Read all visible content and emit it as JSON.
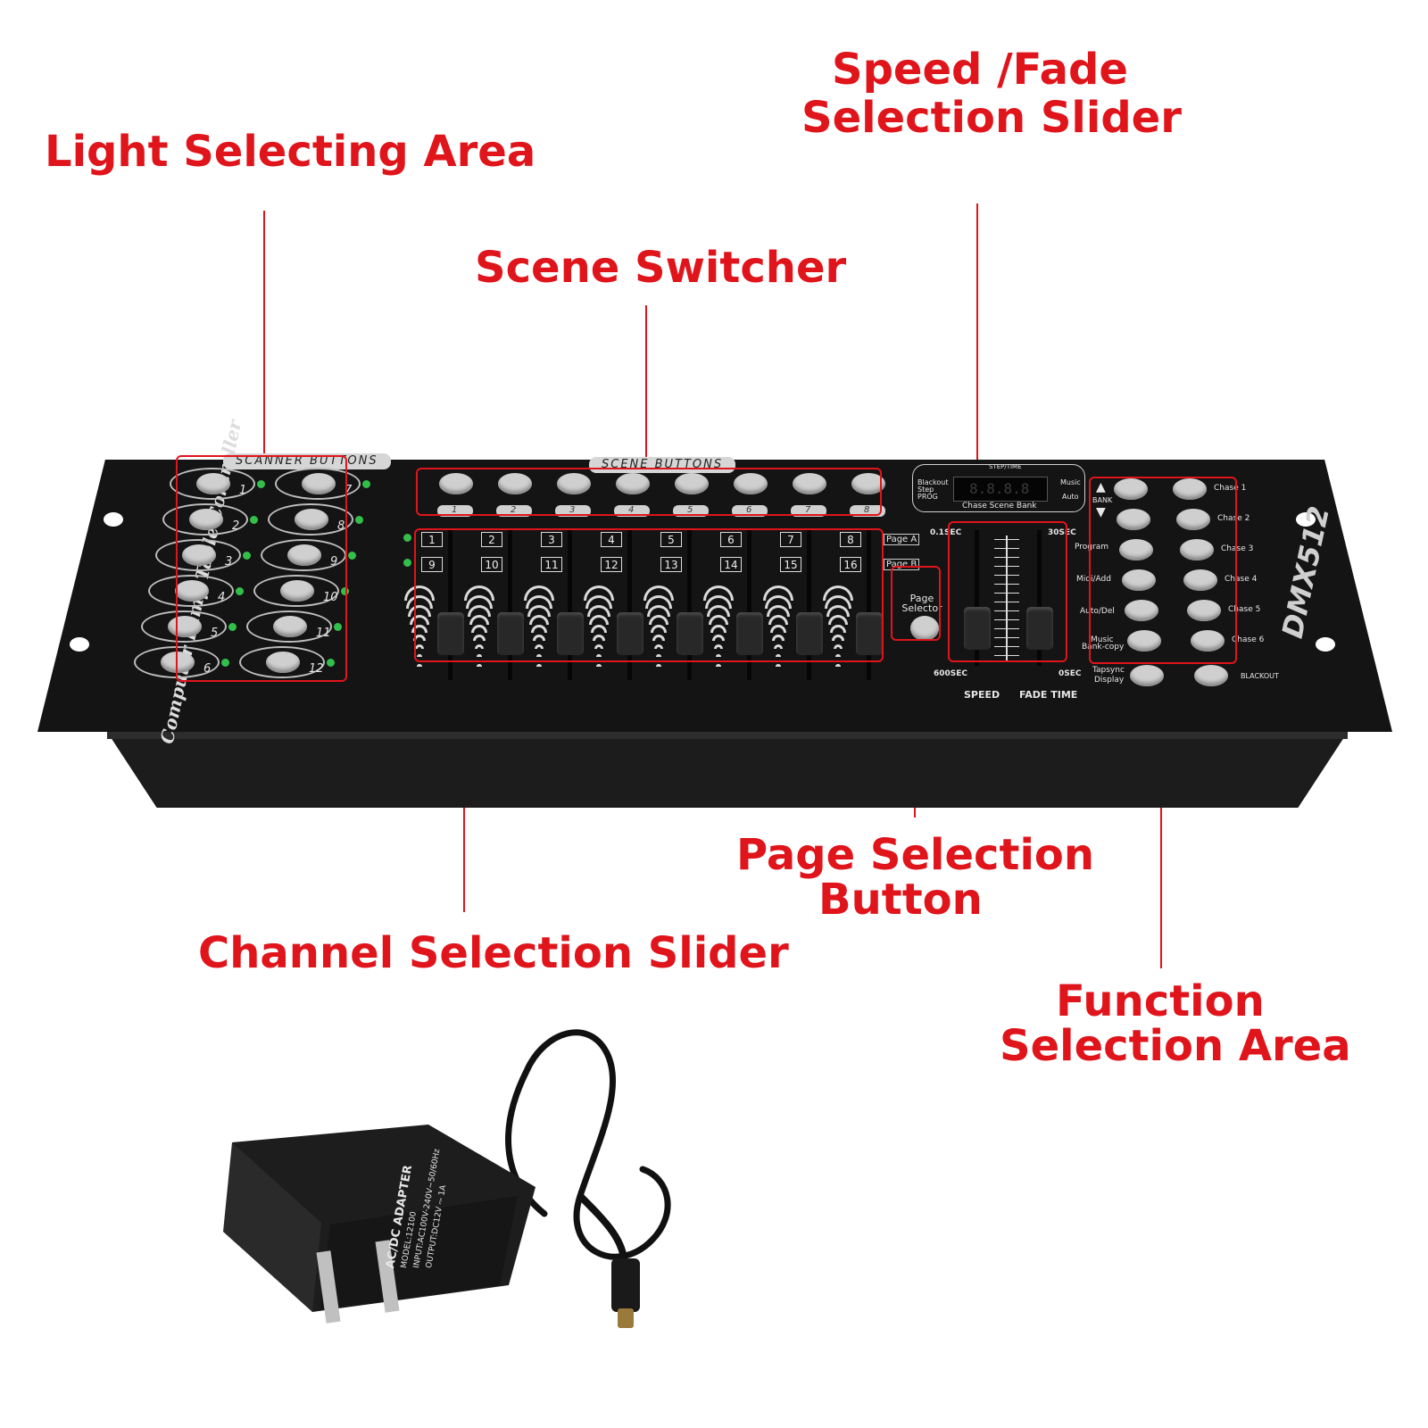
{
  "callouts": {
    "light_selecting": "Light Selecting Area",
    "scene_switcher": "Scene Switcher",
    "speed_fade_line1": "Speed /Fade",
    "speed_fade_line2": "Selection Slider",
    "page_selection_line1": "Page Selection",
    "page_selection_line2": "Button",
    "channel_selection": "Channel Selection Slider",
    "function_line1": "Function",
    "function_line2": "Selection Area"
  },
  "device": {
    "model": "DMX512",
    "side_label": "Computer Lamp Table Controller",
    "scanner_tag": "SCANNER BUTTONS",
    "scene_tag": "SCENE BUTTONS",
    "scanner_numbers": [
      "1",
      "2",
      "3",
      "4",
      "5",
      "6",
      "7",
      "8",
      "9",
      "10",
      "11",
      "12"
    ],
    "scene_numbers": [
      "1",
      "2",
      "3",
      "4",
      "5",
      "6",
      "7",
      "8"
    ],
    "channels_top": [
      "1",
      "2",
      "3",
      "4",
      "5",
      "6",
      "7",
      "8"
    ],
    "channels_bottom": [
      "9",
      "10",
      "11",
      "12",
      "13",
      "14",
      "15",
      "16"
    ],
    "page_a": "Page A",
    "page_b": "Page B",
    "page_selector": "Page Selector",
    "display_left": [
      "Blackout",
      "Step",
      "PROG"
    ],
    "display_top": "STEP/TIME",
    "display_right": [
      "Music",
      "Auto"
    ],
    "display_bottom": "Chase  Scene  Bank",
    "display_digits": "8.8.8.8",
    "speed_min": "0.1SEC",
    "speed_max": "600SEC",
    "fade_max": "30SEC",
    "fade_min": "0SEC",
    "speed": "SPEED",
    "fade_time": "FADE TIME",
    "bank": "BANK",
    "func_left": [
      "Program",
      "Midi/Add",
      "Auto/Del",
      "Music",
      "Bank-copy"
    ],
    "tapsync": "Tapsync",
    "display": "Display",
    "chases": [
      "Chase 1",
      "Chase 2",
      "Chase 3",
      "Chase 4",
      "Chase 5",
      "Chase 6"
    ],
    "blackout": "BLACKOUT"
  },
  "adapter": {
    "title": "AC/DC ADAPTER",
    "model": "MODEL:12100",
    "input": "INPUT:AC100V-240V~50/60Hz",
    "output": "OUTPUT:DC12V ⎓ 1A"
  },
  "colors": {
    "accent": "#e0141b",
    "device": "#141414"
  }
}
